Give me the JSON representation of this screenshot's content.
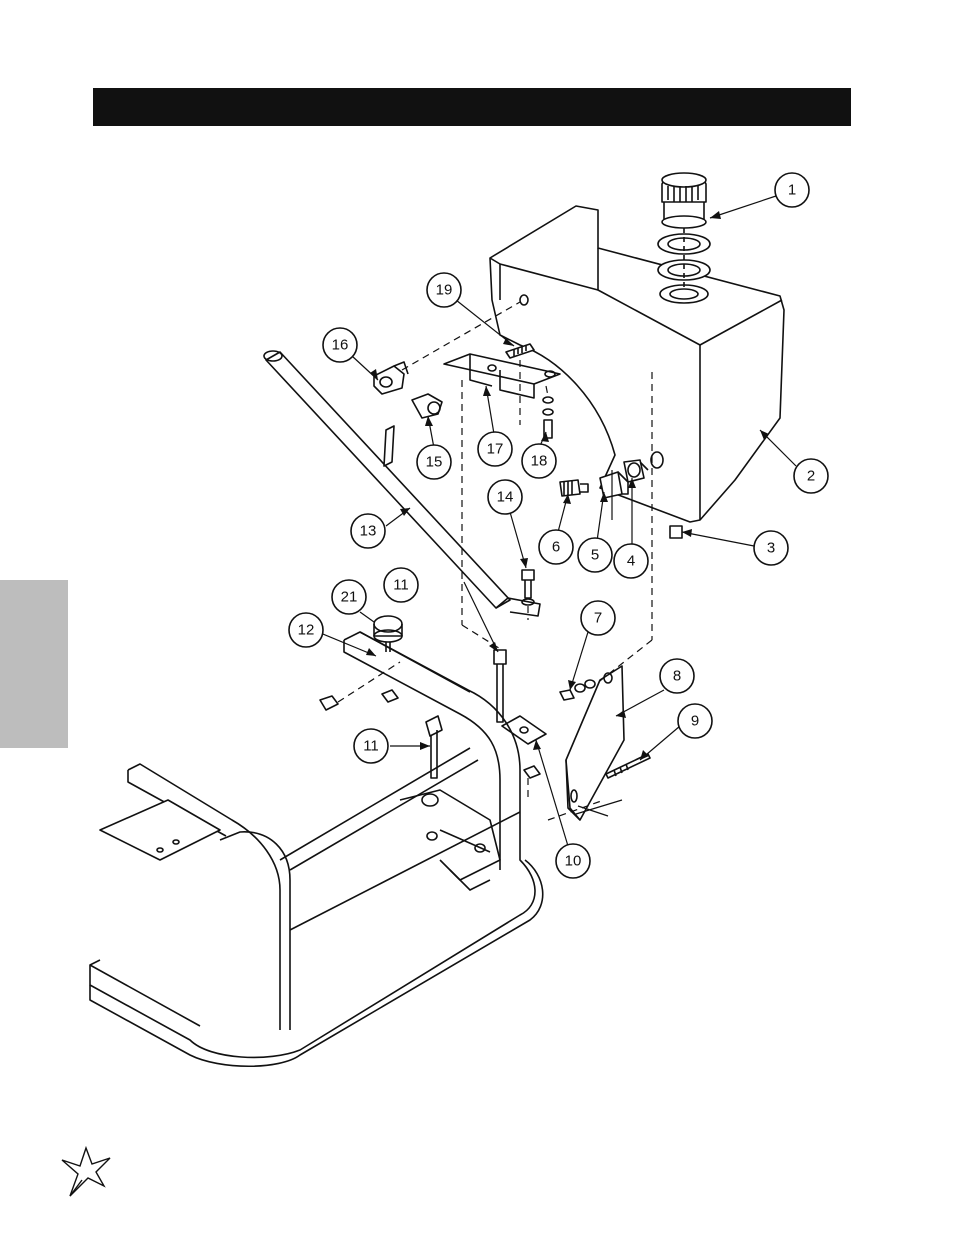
{
  "header": {
    "title": ""
  },
  "callouts": [
    {
      "id": "c1",
      "label": "1"
    },
    {
      "id": "c2",
      "label": "2"
    },
    {
      "id": "c3",
      "label": "3"
    },
    {
      "id": "c4",
      "label": "4"
    },
    {
      "id": "c5",
      "label": "5"
    },
    {
      "id": "c6",
      "label": "6"
    },
    {
      "id": "c7",
      "label": "7"
    },
    {
      "id": "c8",
      "label": "8"
    },
    {
      "id": "c9",
      "label": "9"
    },
    {
      "id": "c10",
      "label": "10"
    },
    {
      "id": "c11a",
      "label": "11"
    },
    {
      "id": "c11b",
      "label": "11"
    },
    {
      "id": "c12",
      "label": "12"
    },
    {
      "id": "c13",
      "label": "13"
    },
    {
      "id": "c14",
      "label": "14"
    },
    {
      "id": "c15",
      "label": "15"
    },
    {
      "id": "c16",
      "label": "16"
    },
    {
      "id": "c17",
      "label": "17"
    },
    {
      "id": "c18",
      "label": "18"
    },
    {
      "id": "c19",
      "label": "19"
    },
    {
      "id": "c21",
      "label": "21"
    }
  ],
  "colors": {
    "ink": "#111111",
    "side_tab": "#bdbdbd",
    "title_bar": "#111111"
  },
  "icons": {
    "logo": "star-logo-icon"
  }
}
